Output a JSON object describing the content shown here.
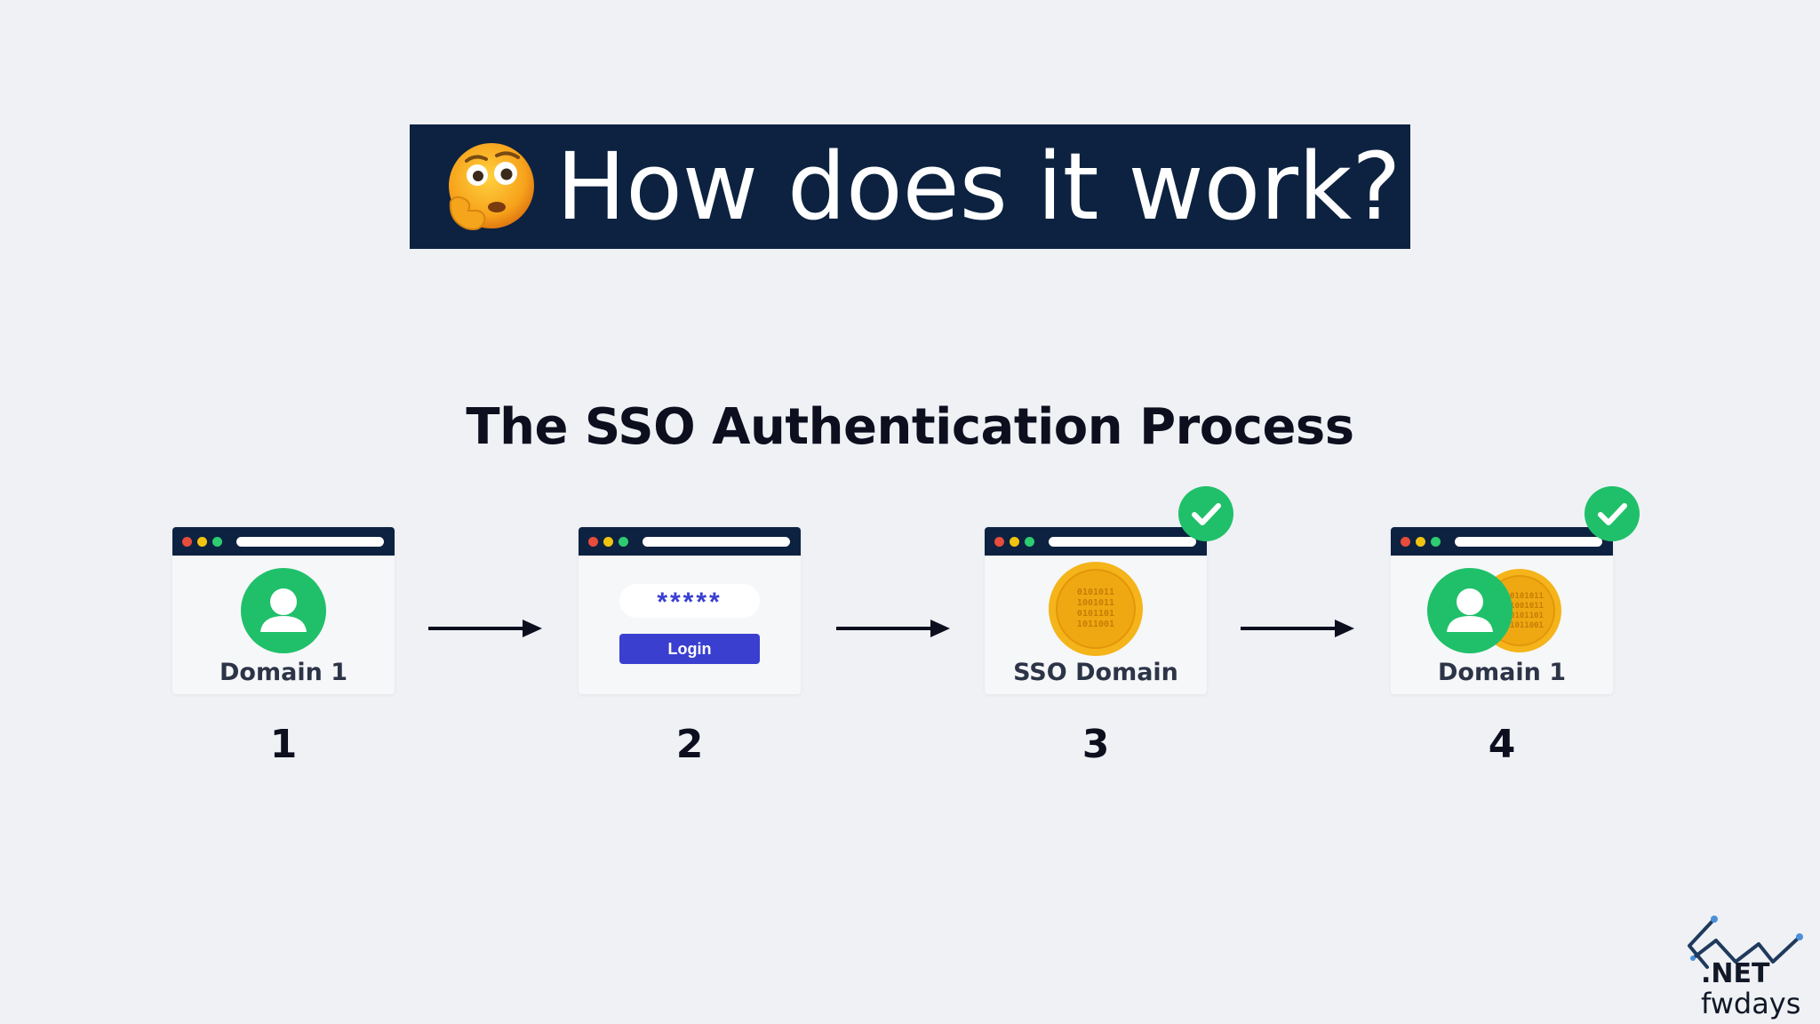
{
  "header": {
    "title": "How does it work?",
    "emoji": "thinking-face-emoji"
  },
  "diagram": {
    "title": "The SSO Authentication Process",
    "steps": [
      {
        "number": "1",
        "label": "Domain 1",
        "icon": "user-avatar",
        "verified": false
      },
      {
        "number": "2",
        "password_mask": "*****",
        "button_label": "Login",
        "verified": false
      },
      {
        "number": "3",
        "label": "SSO Domain",
        "icon": "binary-coin",
        "verified": true
      },
      {
        "number": "4",
        "label": "Domain 1",
        "icon": "user-avatar-with-coin",
        "verified": true
      }
    ],
    "colors": {
      "navy": "#0d2240",
      "green": "#20c06a",
      "gold": "#f4b41a",
      "indigo": "#3a3fd0"
    }
  },
  "branding": {
    "line1": ".NET",
    "line2": "fwdays"
  }
}
